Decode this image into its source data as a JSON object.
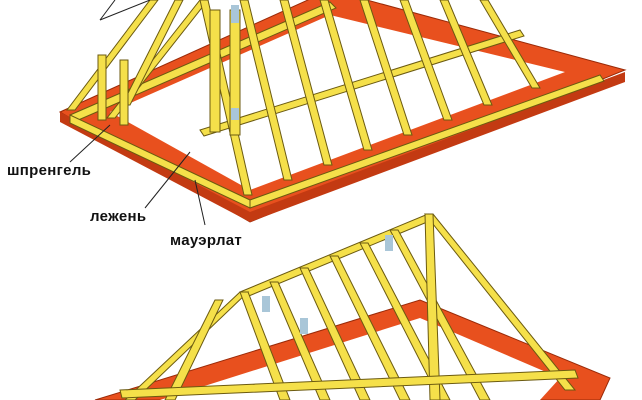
{
  "labels": {
    "strut": "шпренгель",
    "sill_beam": "лежень",
    "wall_plate": "мауэрлат"
  },
  "colors": {
    "brick": "#e8501e",
    "brick_dark": "#c33a12",
    "timber": "#f5e04a",
    "timber_edge": "#6b5a10",
    "metal_plate": "#a9c6d8"
  }
}
